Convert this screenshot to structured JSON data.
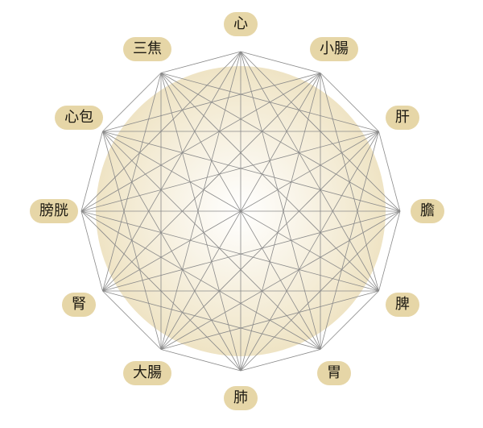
{
  "nodes": [
    {
      "id": "heart",
      "label": "心"
    },
    {
      "id": "small-intestine",
      "label": "小腸"
    },
    {
      "id": "liver",
      "label": "肝"
    },
    {
      "id": "gallbladder",
      "label": "膽"
    },
    {
      "id": "spleen",
      "label": "脾"
    },
    {
      "id": "stomach",
      "label": "胃"
    },
    {
      "id": "lung",
      "label": "肺"
    },
    {
      "id": "large-intestine",
      "label": "大腸"
    },
    {
      "id": "kidney",
      "label": "腎"
    },
    {
      "id": "bladder",
      "label": "膀胱"
    },
    {
      "id": "pericardium",
      "label": "心包"
    },
    {
      "id": "triple-burner",
      "label": "三焦"
    }
  ],
  "colors": {
    "label_fill": "#e6d6a7",
    "label_text": "#1d1a12",
    "line": "#8a8a8a",
    "glow_center": "#ffffff",
    "glow_edge": "#ecdfba"
  }
}
